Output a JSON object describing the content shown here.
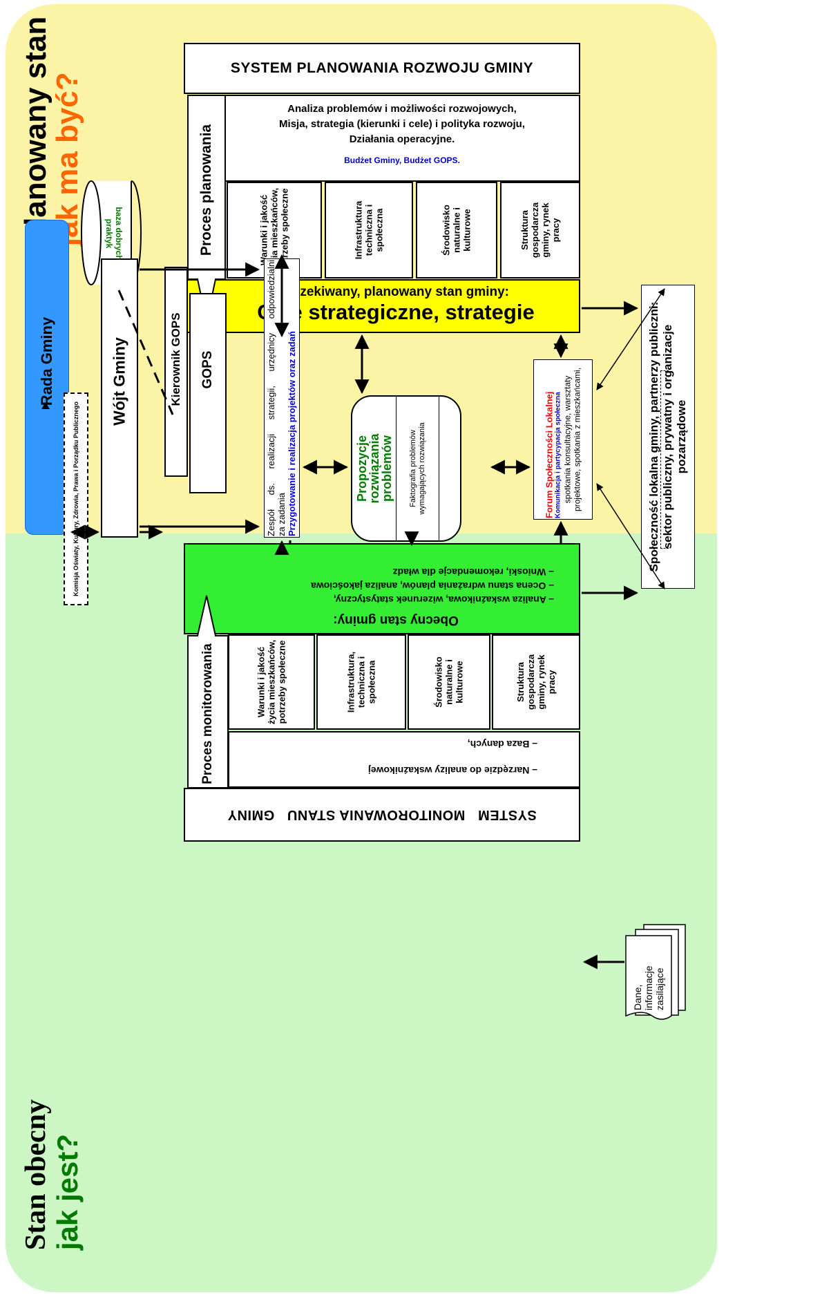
{
  "zones": {
    "planned": {
      "line1": "Planowany stan",
      "line2": "jak ma być?"
    },
    "current": {
      "line1": "Stan obecny",
      "line2": "jak jest?"
    }
  },
  "planning_system": {
    "title": "SYSTEM  PLANOWANIA  ROZWOJU  GMINY",
    "process_label": "Proces planowania",
    "analysis_lines": [
      "Analiza problemów i  możliwości rozwojowych,",
      "Misja, strategia (kierunki i cele) i polityka rozwoju,",
      "Działania operacyjne."
    ],
    "budget": "Budżet Gminy, Budżet GOPS.",
    "columns": [
      "Warunki i jakość życia mieszkańców, potrzeby społeczne",
      "Infrastruktura techniczna i społeczna",
      "Środowisko naturalne i kulturowe",
      "Struktura gospodarcza gminy, rynek pracy"
    ],
    "goal_line1": "Oczekiwany, planowany stan gminy:",
    "goal_line2": "Cele strategiczne, strategie"
  },
  "good_practices": "baza dobrych praktyk",
  "council": {
    "title": "Rada Gminy",
    "commission": "Komisja Oświaty, Kultury, Zdrowia, Prawa i Porządku Publicznego"
  },
  "wojt": "Wójt Gminy",
  "kierownik": "Kierownik GOPS",
  "gops": "GOPS",
  "team": {
    "line1": "Zespół ds. realizacji strategii, urzędnicy odpowiedzialni",
    "line2": "za zadania",
    "line3": "Przygotowanie i realizacja projektów oraz zadań"
  },
  "proposals": {
    "title": "Propozycje rozwiązania problemów",
    "facts": "Faktografia problemów wymagających rozwiązania"
  },
  "forum": {
    "title": "Forum Społeczności Lokalnej",
    "subtitle": "Komunikacja i  partycypacja społeczna",
    "items": "spotkania konsultacyjne, warsztaty projektowe, spotkania z mieszkańcami,"
  },
  "community": {
    "line1": "Społeczność lokalna gminy, partnerzy publiczni:",
    "line2": "sektor publiczny, prywatny i organizacje pozarządowe"
  },
  "monitoring_system": {
    "title": "SYSTEM   MONITOROWANIA STANU   GMINY",
    "process_label": "Proces monitorowania",
    "current_state": "Obecny  stan gminy:",
    "analysis_items": [
      "Analiza wskaźnikowa, wizerunek statystyczny,",
      "Ocena stanu wdrażania planów, analiza jakościowa",
      "Wnioski, rekomendacje dla władz"
    ],
    "columns": [
      "Warunki i jakość życia mieszkańców, potrzeby społeczne",
      "Infrastruktura, techniczna i społeczna",
      "Środowisko naturalne i kulturowe",
      "Struktura gospodarcza gminy, rynek pracy"
    ],
    "tools": [
      "Narzędzie do analizy wskaźnikowej",
      "Baza danych,"
    ]
  },
  "data_input": "Dane, informacje zasilające",
  "colors": {
    "planned_bg": "#fbf4a6",
    "current_bg": "#ccf7c5",
    "council_blue": "#3399ff",
    "goal_yellow": "#ffff00",
    "state_green": "#33ee33",
    "text_blue": "#0000cc",
    "text_green": "#007a00",
    "text_orange": "#ff6600",
    "text_red": "#ff0000"
  }
}
